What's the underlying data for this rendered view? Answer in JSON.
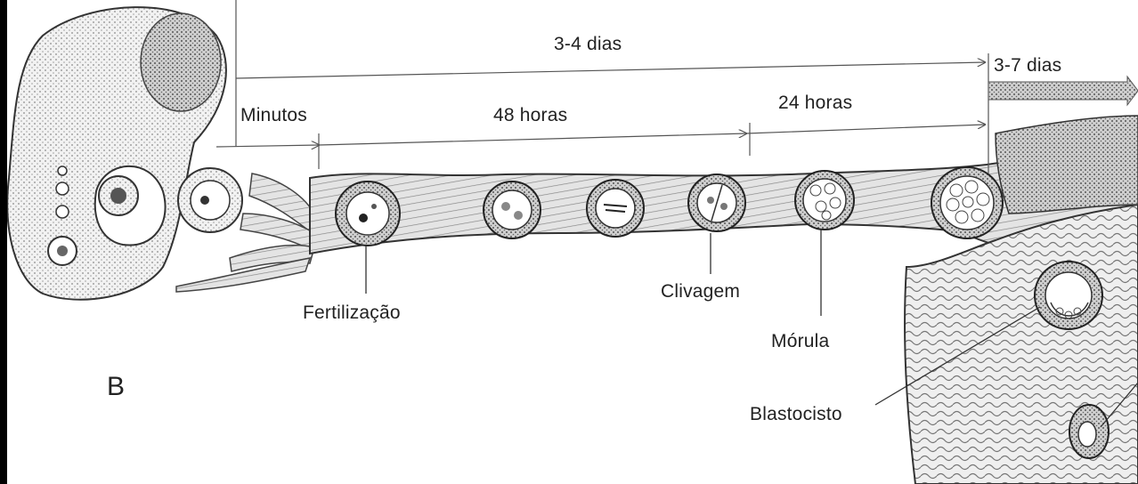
{
  "figure": {
    "panel_letter": "B",
    "timeline": {
      "total": "3-4 dias",
      "after": "3-7 dias",
      "minutes": "Minutos",
      "hours48": "48 horas",
      "hours24": "24 horas"
    },
    "stages": {
      "fertilization": "Fertilização",
      "cleavage": "Clivagem",
      "morula": "Mórula",
      "blastocyst": "Blastocisto"
    }
  },
  "colors": {
    "ink": "#222222",
    "stipple": "#9a9a9a",
    "tube_fill": "#e6e6e6",
    "frame": "#000000"
  }
}
